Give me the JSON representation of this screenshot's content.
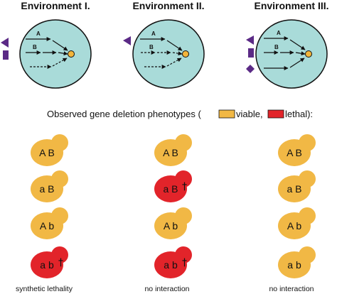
{
  "environments": [
    {
      "title": "Environment I.",
      "inputs": [
        "triangle",
        "square"
      ],
      "pathway_labels": [
        "A",
        "B"
      ]
    },
    {
      "title": "Environment II.",
      "inputs": [
        "triangle"
      ],
      "pathway_labels": [
        "A",
        "B"
      ]
    },
    {
      "title": "Environment III.",
      "inputs": [
        "triangle",
        "square",
        "diamond"
      ],
      "pathway_labels": [
        "A",
        "B"
      ]
    }
  ],
  "legend": {
    "prefix": "Observed gene deletion phenotypes (",
    "viable": "viable,",
    "lethal": "lethal):",
    "colors": {
      "viable": "#f1b845",
      "lethal": "#e2242a",
      "cell": "#a9dbd9",
      "input": "#5b2a86",
      "target": "#f3b53a"
    }
  },
  "genotypes": [
    "A B",
    "a B",
    "A b",
    "a b"
  ],
  "phenotype_columns": [
    {
      "caption": "synthetic lethality",
      "phenotypes": [
        "viable",
        "viable",
        "viable",
        "lethal"
      ]
    },
    {
      "caption": "no interaction",
      "phenotypes": [
        "viable",
        "lethal",
        "viable",
        "lethal"
      ]
    },
    {
      "caption": "no interaction",
      "phenotypes": [
        "viable",
        "viable",
        "viable",
        "viable"
      ]
    }
  ],
  "dagger": "†"
}
